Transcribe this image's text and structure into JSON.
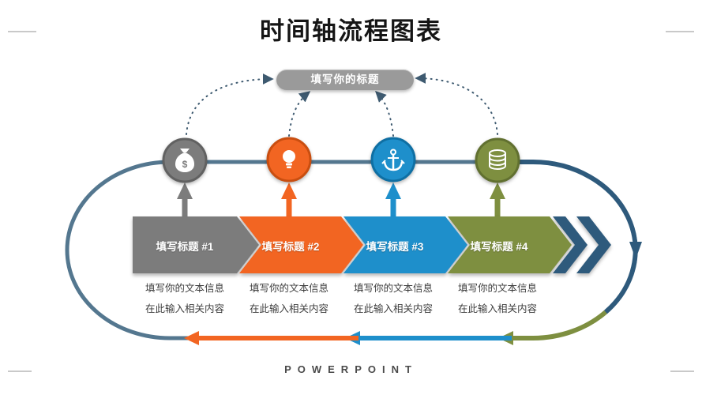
{
  "title": "时间轴流程图表",
  "footer_brand": "POWERPOINT",
  "center_pill": {
    "label": "填写你的标题"
  },
  "steps": [
    {
      "label": "填写标题 #1",
      "desc_line1": "填写你的文本信息",
      "desc_line2": "在此输入相关内容",
      "icon": "money-bag-icon",
      "color": "#7C7C7C"
    },
    {
      "label": "填写标题 #2",
      "desc_line1": "填写你的文本信息",
      "desc_line2": "在此输入相关内容",
      "icon": "lightbulb-icon",
      "color": "#F26522"
    },
    {
      "label": "填写标题 #3",
      "desc_line1": "填写你的文本信息",
      "desc_line2": "在此输入相关内容",
      "icon": "anchor-icon",
      "color": "#1E8FCB"
    },
    {
      "label": "填写标题 #4",
      "desc_line1": "填写你的文本信息",
      "desc_line2": "在此输入相关内容",
      "icon": "coins-icon",
      "color": "#7E8F40"
    }
  ],
  "icons": {
    "dollar": "$"
  },
  "colors": {
    "gray": "#7C7C7C",
    "gray_dark": "#616161",
    "orange": "#F26522",
    "orange_dark": "#C94E10",
    "blue": "#1E8FCB",
    "blue_dark": "#0F6FA3",
    "olive": "#7E8F40",
    "olive_dark": "#617030",
    "navy": "#2E5A7C",
    "steel": "#54778F",
    "connector": "#3E5A70",
    "pill": "#9A9A9A"
  }
}
